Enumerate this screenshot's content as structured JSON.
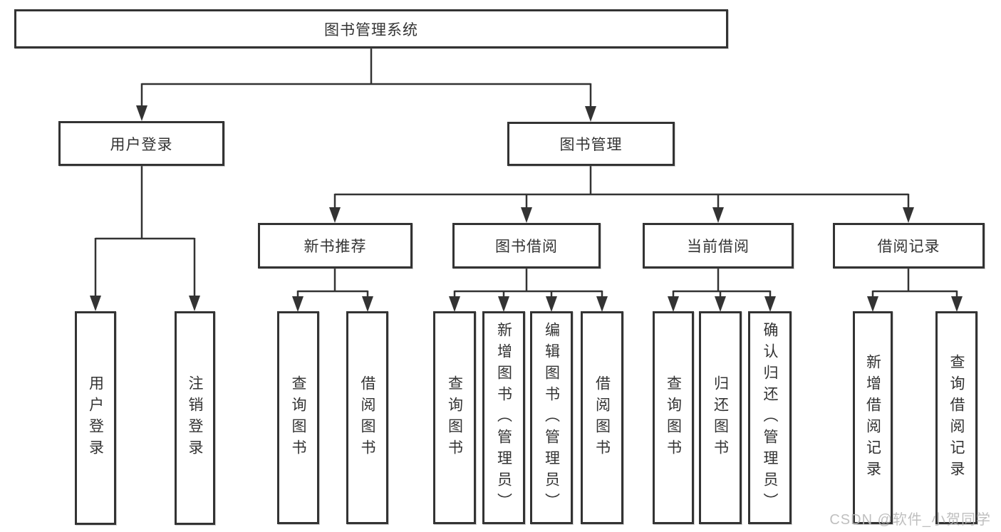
{
  "colors": {
    "line": "#333333",
    "box_border": "#333333",
    "box_fill": "#ffffff",
    "text": "#333333",
    "watermark_text": "#b9b9b9"
  },
  "watermark": "CSDN @软件_小贺同学",
  "tree": {
    "label": "图书管理系统",
    "children": [
      {
        "label": "用户登录",
        "children": [
          {
            "label": "用户登录"
          },
          {
            "label": "注销登录"
          }
        ]
      },
      {
        "label": "图书管理",
        "children": [
          {
            "label": "新书推荐",
            "children": [
              {
                "label": "查询图书"
              },
              {
                "label": "借阅图书"
              }
            ]
          },
          {
            "label": "图书借阅",
            "children": [
              {
                "label": "查询图书"
              },
              {
                "label": "新增图书（管理员）"
              },
              {
                "label": "编辑图书（管理员）"
              },
              {
                "label": "借阅图书"
              }
            ]
          },
          {
            "label": "当前借阅",
            "children": [
              {
                "label": "查询图书"
              },
              {
                "label": "归还图书"
              },
              {
                "label": "确认归还（管理员）"
              }
            ]
          },
          {
            "label": "借阅记录",
            "children": [
              {
                "label": "新增借阅记录"
              },
              {
                "label": "查询借阅记录"
              }
            ]
          }
        ]
      }
    ]
  }
}
